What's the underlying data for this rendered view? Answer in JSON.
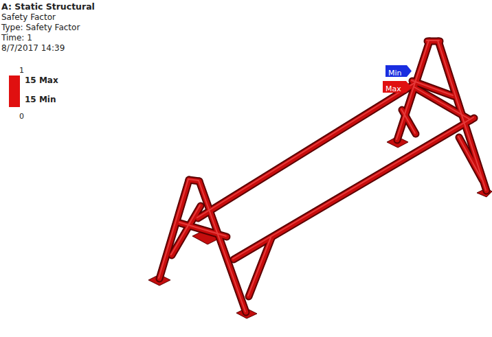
{
  "diagram": {
    "title": "A: Static Structural",
    "nodes": [
      {
        "text": [
          "Min"
        ]
      },
      {
        "text": [
          "Max"
        ]
      }
    ],
    "labels": [
      "Safety Factor",
      "Type: Safety Factor",
      "Time: 1",
      "8/7/2017 14:39",
      "1",
      "0"
    ],
    "legend": [
      {
        "text": "15 Max",
        "color": "#e01010"
      },
      {
        "text": "15 Min",
        "color": "#e01010"
      }
    ]
  }
}
